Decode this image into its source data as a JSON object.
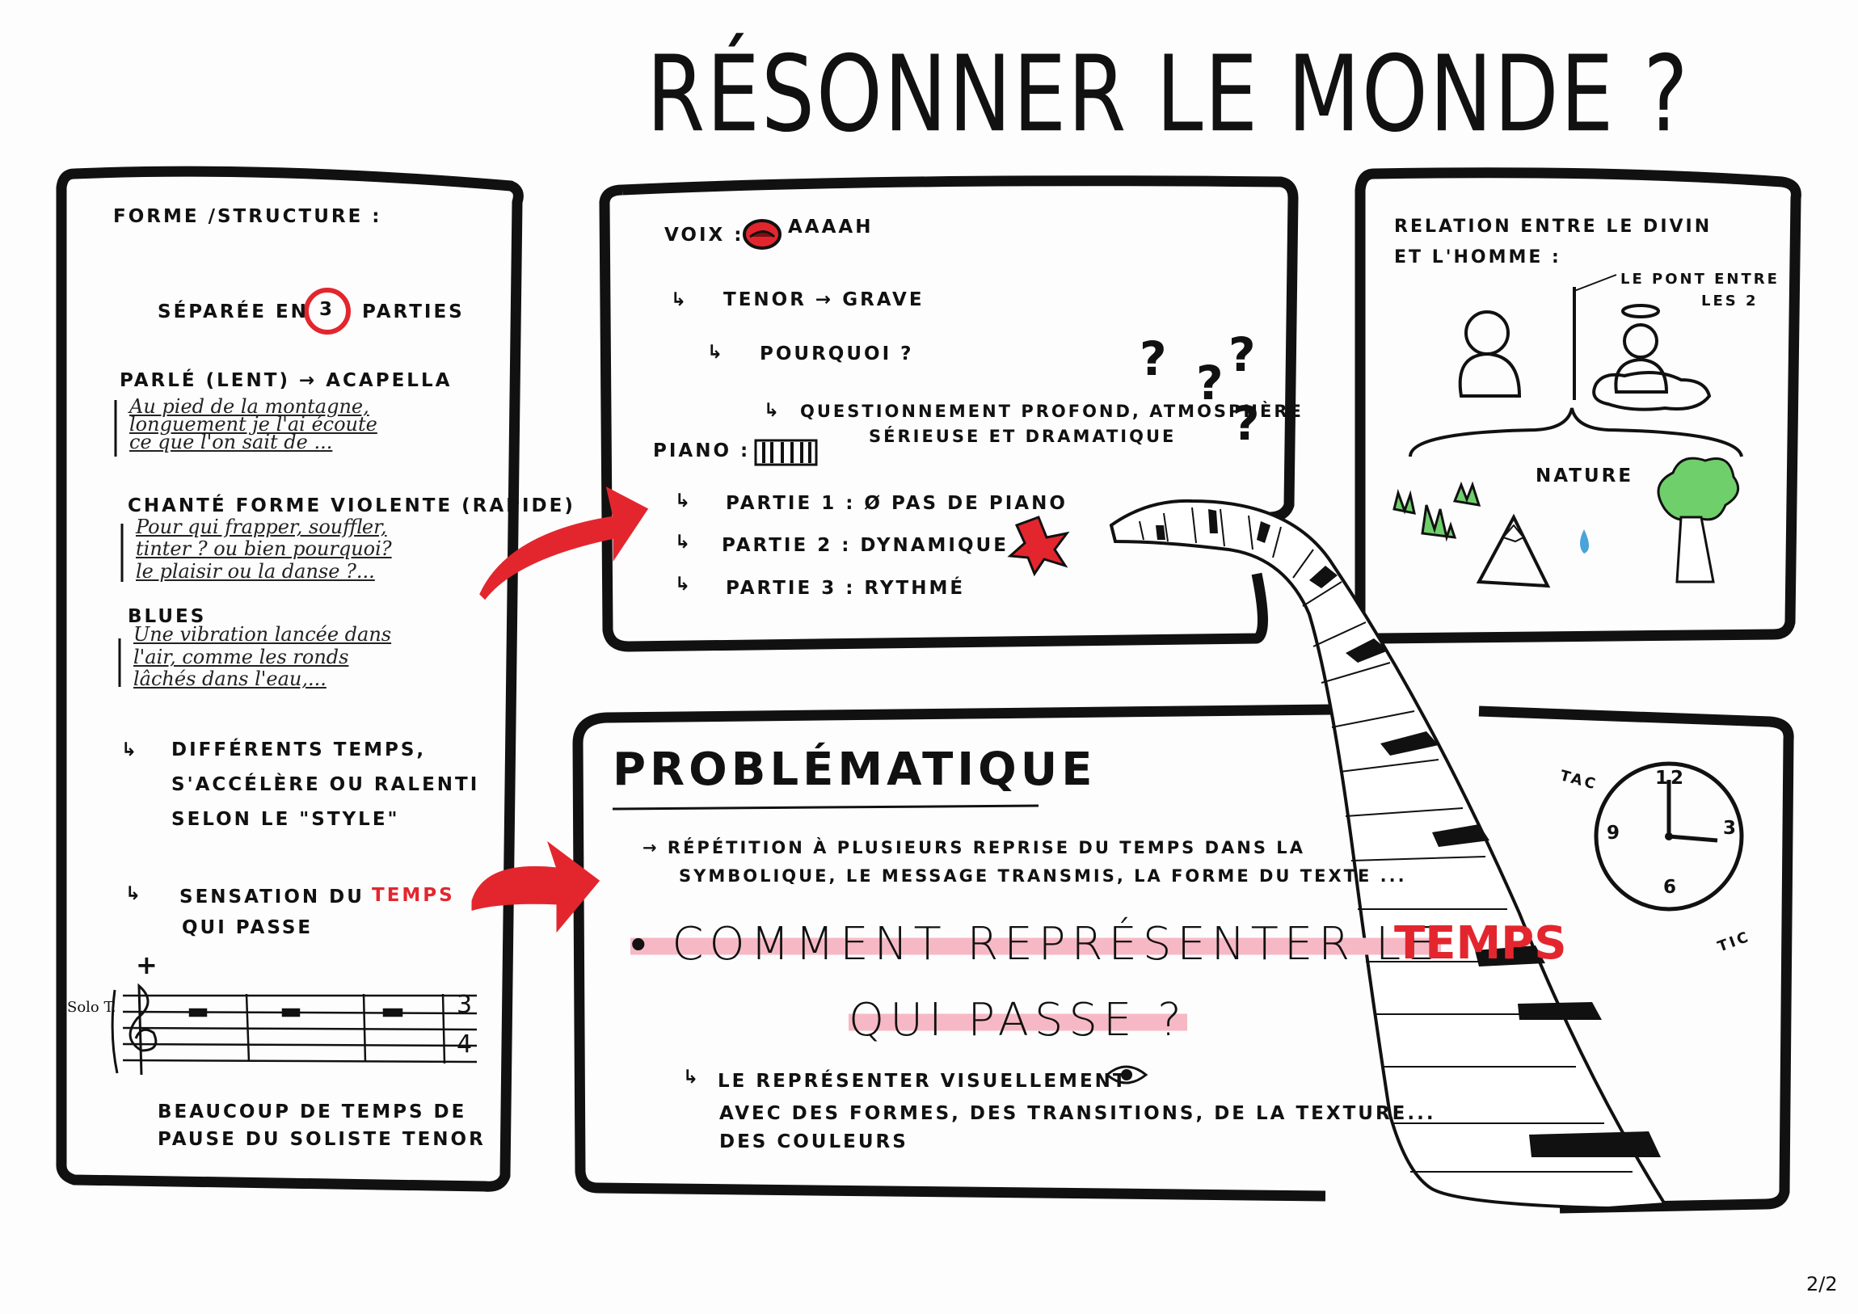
{
  "title": "RÉSONNER LE MONDE ?",
  "page_number": "2/2",
  "left_panel": {
    "heading": "FORME /STRUCTURE :",
    "separee_prefix": "SÉPARÉE EN",
    "separee_number": "3",
    "separee_suffix": "PARTIES",
    "parle_heading": "PARLÉ (LENT) → ACAPELLA",
    "parle_lyrics": [
      "Au pied de la montagne,",
      "longuement je l'ai écoute",
      "ce que l'on sait de ..."
    ],
    "chante_heading": "CHANTÉ FORME VIOLENTE (RAPIDE)",
    "chante_lyrics": [
      "Pour qui frapper, souffler,",
      "tinter ? ou bien pourquoi?",
      "le plaisir ou la danse ?..."
    ],
    "blues_heading": "BLUES",
    "blues_lyrics": [
      "Une vibration lancée dans",
      "l'air, comme les ronds",
      "lâchés dans l'eau,..."
    ],
    "temps_note": [
      "DIFFÉRENTS TEMPS,",
      "S'ACCÉLÈRE OU RALENTI",
      "SELON LE \"STYLE\""
    ],
    "sensation_prefix": "SENSATION DU",
    "sensation_highlight": "TEMPS",
    "sensation_suffix": "QUI PASSE",
    "plus": "+",
    "staff_label": "Solo T.",
    "time_sig_top": "3",
    "time_sig_bottom": "4",
    "footer": [
      "BEAUCOUP DE TEMPS DE",
      "PAUSE DU SOLISTE TENOR"
    ]
  },
  "voice_panel": {
    "voix_label": "VOIX :",
    "voix_sound": "AAAAH",
    "tenor_line": "TENOR → GRAVE",
    "pourquoi": "POURQUOI ?",
    "question_line1": "QUESTIONNEMENT PROFOND, ATMOSPHÈRE",
    "question_line2": "SÉRIEUSE ET DRAMATIQUE",
    "piano_label": "PIANO :",
    "partie1": "PARTIE 1 : Ø PAS DE PIANO",
    "partie2": "PARTIE 2 : DYNAMIQUE",
    "partie3": "PARTIE 3 : RYTHMÉ",
    "question_marks": "?"
  },
  "relation_panel": {
    "heading_line1": "RELATION ENTRE LE DIVIN",
    "heading_line2": "ET L'HOMME :",
    "bridge_line1": "LE PONT ENTRE",
    "bridge_line2": "LES 2",
    "nature": "NATURE"
  },
  "problem_panel": {
    "heading": "PROBLÉMATIQUE",
    "repetition_line1": "→ RÉPÉTITION À PLUSIEURS REPRISE DU TEMPS DANS LA",
    "repetition_line2": "SYMBOLIQUE, LE MESSAGE TRANSMIS, LA FORME DU TEXTE ...",
    "question_prefix": "• COMMENT REPRÉSENTER LE",
    "question_highlight": "TEMPS",
    "question_line2": "QUI PASSE ?",
    "answer_line1": "LE REPRÉSENTER VISUELLEMENT",
    "answer_line2": "AVEC DES FORMES, DES TRANSITIONS, DE LA TEXTURE...",
    "answer_line3": "DES COULEURS",
    "clock_12": "12",
    "clock_3": "3",
    "clock_6": "6",
    "clock_9": "9",
    "tac": "TAC",
    "tic": "TIC"
  },
  "colors": {
    "accent_red": "#e3262e",
    "highlight_pink": "#f7b8c5",
    "ink": "#111111",
    "tree_green": "#6fcf6a",
    "drop_blue": "#4aa3d9"
  }
}
